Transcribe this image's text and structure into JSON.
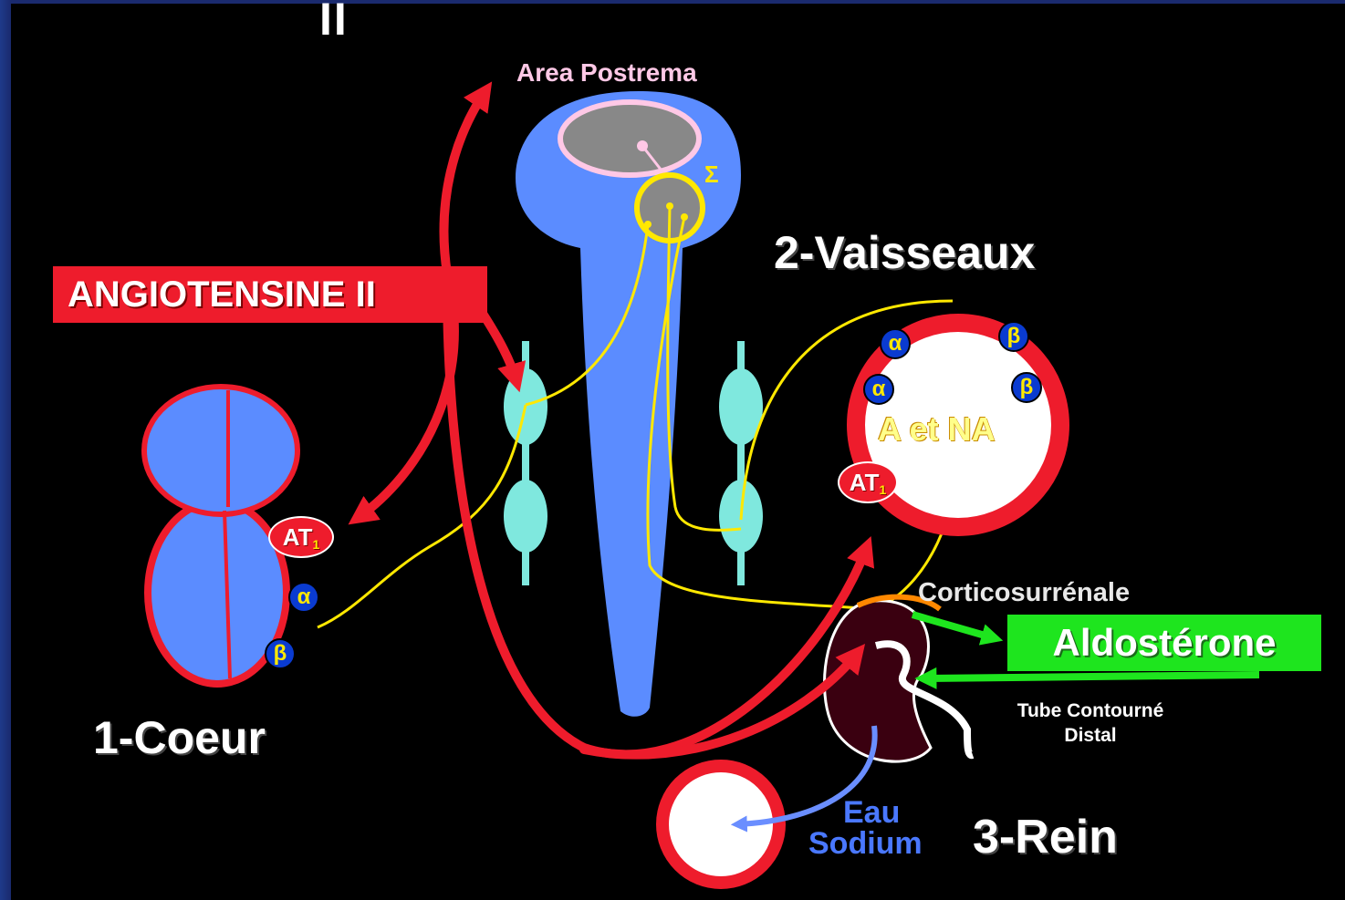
{
  "title_fragment": "II",
  "labels": {
    "area_postrema": "Area Postrema",
    "angiotensine": "ANGIOTENSINE II",
    "vaisseaux": "2-Vaisseaux",
    "coeur": "1-Coeur",
    "corticosurrenale": "Corticosurrénale",
    "aldosterone": "Aldostérone",
    "tube_line1": "Tube Contourné",
    "tube_line2": "Distal",
    "eau": "Eau",
    "sodium": "Sodium",
    "rein": "3-Rein",
    "a_et_na": "A et NA",
    "sigma": "Σ"
  },
  "receptors": {
    "alpha": "α",
    "beta": "β",
    "at": "AT",
    "at_sub": "1"
  },
  "colors": {
    "background": "#000000",
    "angiotensin_red": "#ee1c2c",
    "nervous_blue": "#5b8cff",
    "ganglion_cyan": "#7fe8de",
    "nerve_yellow": "#ffe800",
    "aldosterone_green": "#1ee51e",
    "kidney_dark": "#3a0010",
    "water_blue": "#6a8eff"
  }
}
